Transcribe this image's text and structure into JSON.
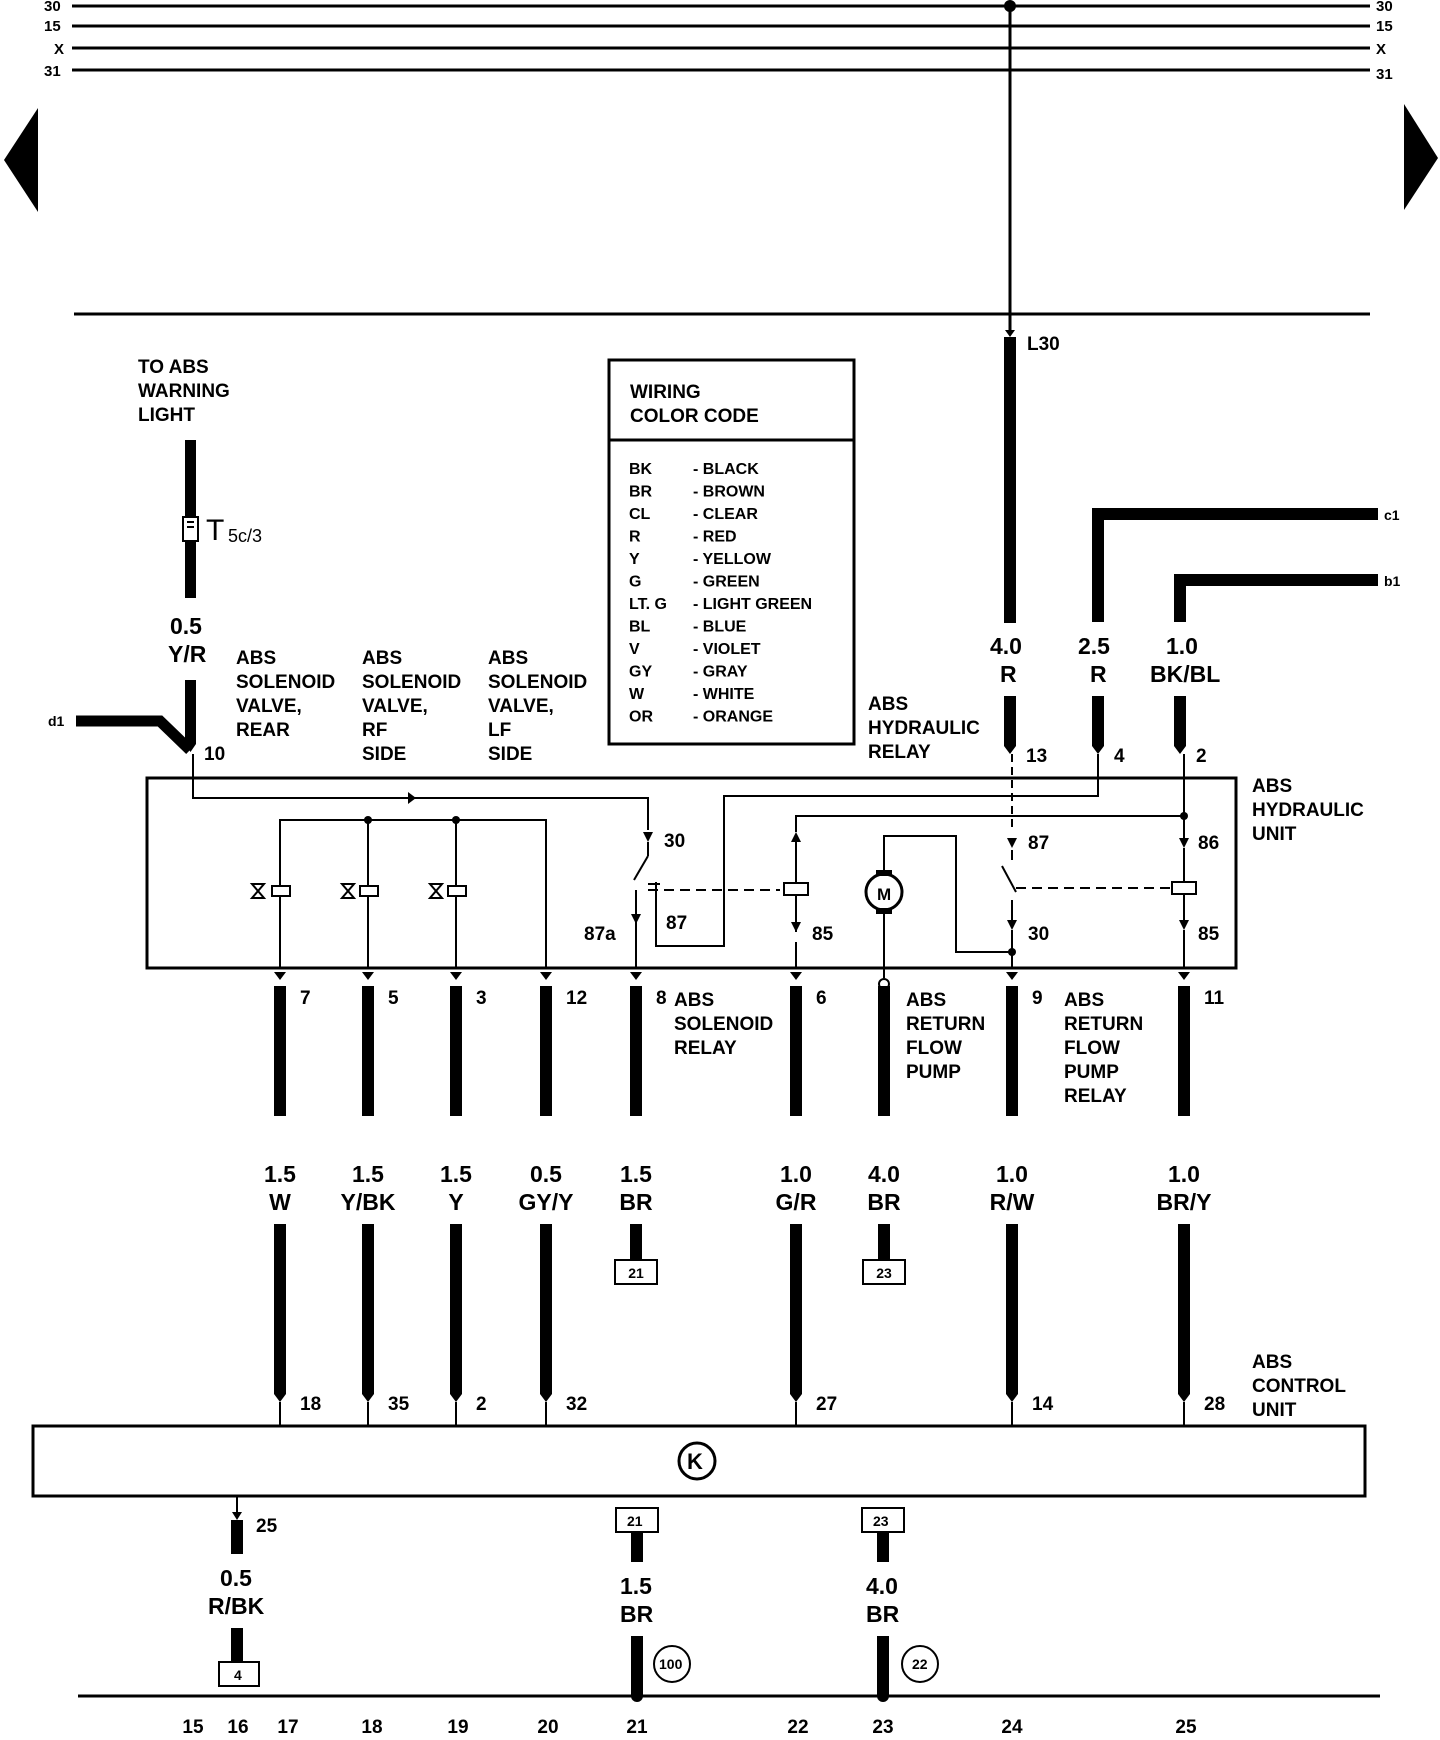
{
  "rails": [
    {
      "id": "30",
      "left": "30",
      "right": "30"
    },
    {
      "id": "15",
      "left": "15",
      "right": "15"
    },
    {
      "id": "x",
      "left": "X",
      "right": "X"
    },
    {
      "id": "31",
      "left": "31",
      "right": "31"
    }
  ],
  "top_feed": {
    "label": "L30"
  },
  "warning_light": {
    "title_lines": [
      "TO ABS",
      "WARNING",
      "LIGHT"
    ],
    "connector": "T",
    "connector_sub": "5c/3",
    "wire_size": "0.5",
    "wire_color": "Y/R",
    "pin": "10"
  },
  "labels": {
    "solenoid_rear": [
      "ABS",
      "SOLENOID",
      "VALVE,",
      "REAR"
    ],
    "solenoid_rf": [
      "ABS",
      "SOLENOID",
      "VALVE,",
      "RF",
      "SIDE"
    ],
    "solenoid_lf": [
      "ABS",
      "SOLENOID",
      "VALVE,",
      "LF",
      "SIDE"
    ],
    "hydraulic_relay": [
      "ABS",
      "HYDRAULIC",
      "RELAY"
    ],
    "hydraulic_unit": [
      "ABS",
      "HYDRAULIC",
      "UNIT"
    ],
    "solenoid_relay": [
      "ABS",
      "SOLENOID",
      "RELAY"
    ],
    "return_pump": [
      "ABS",
      "RETURN",
      "FLOW",
      "PUMP"
    ],
    "return_pump_relay": [
      "ABS",
      "RETURN",
      "FLOW",
      "PUMP",
      "RELAY"
    ],
    "control_unit": [
      "ABS",
      "CONTROL",
      "UNIT"
    ],
    "control_unit_symbol": "K",
    "motor_symbol": "M",
    "d1": "d1",
    "c1": "c1",
    "b1": "b1"
  },
  "legend": {
    "title_lines": [
      "WIRING",
      "COLOR CODE"
    ],
    "rows": [
      {
        "code": "BK",
        "name": "- BLACK"
      },
      {
        "code": "BR",
        "name": "- BROWN"
      },
      {
        "code": "CL",
        "name": "- CLEAR"
      },
      {
        "code": "R",
        "name": "- RED"
      },
      {
        "code": "Y",
        "name": "- YELLOW"
      },
      {
        "code": "G",
        "name": "- GREEN"
      },
      {
        "code": "LT. G",
        "name": "- LIGHT GREEN"
      },
      {
        "code": "BL",
        "name": "- BLUE"
      },
      {
        "code": "V",
        "name": "- VIOLET"
      },
      {
        "code": "GY",
        "name": "- GRAY"
      },
      {
        "code": "W",
        "name": "- WHITE"
      },
      {
        "code": "OR",
        "name": "- ORANGE"
      }
    ]
  },
  "top_wires": [
    {
      "size": "4.0",
      "color": "R",
      "pin": "13"
    },
    {
      "size": "2.5",
      "color": "R",
      "pin": "4"
    },
    {
      "size": "1.0",
      "color": "BK/BL",
      "pin": "2"
    }
  ],
  "relay_pins": {
    "solenoid_relay": [
      "30",
      "87a",
      "87",
      "85"
    ],
    "hydraulic_relay": [
      "87",
      "30",
      "86",
      "85"
    ]
  },
  "bottom_wires": [
    {
      "unit_pin": "7",
      "size": "1.5",
      "color": "W",
      "cu_pin": "18"
    },
    {
      "unit_pin": "5",
      "size": "1.5",
      "color": "Y/BK",
      "cu_pin": "35"
    },
    {
      "unit_pin": "3",
      "size": "1.5",
      "color": "Y",
      "cu_pin": "2"
    },
    {
      "unit_pin": "12",
      "size": "0.5",
      "color": "GY/Y",
      "cu_pin": "32"
    },
    {
      "unit_pin": "8",
      "size": "1.5",
      "color": "BR",
      "ref": "21"
    },
    {
      "unit_pin": "6",
      "size": "1.0",
      "color": "G/R",
      "cu_pin": "27"
    },
    {
      "size": "4.0",
      "color": "BR",
      "ref": "23"
    },
    {
      "unit_pin": "9",
      "size": "1.0",
      "color": "R/W",
      "cu_pin": "14"
    },
    {
      "unit_pin": "11",
      "size": "1.0",
      "color": "BR/Y",
      "cu_pin": "28"
    }
  ],
  "below_control": [
    {
      "pin": "25",
      "size": "0.5",
      "color": "R/BK",
      "ref": "4"
    },
    {
      "ref_top": "21",
      "size": "1.5",
      "color": "BR",
      "ground": "100"
    },
    {
      "ref_top": "23",
      "size": "4.0",
      "color": "BR",
      "ground": "22"
    }
  ],
  "grid_numbers": [
    "15",
    "16",
    "17",
    "18",
    "19",
    "20",
    "21",
    "22",
    "23",
    "24",
    "25"
  ]
}
